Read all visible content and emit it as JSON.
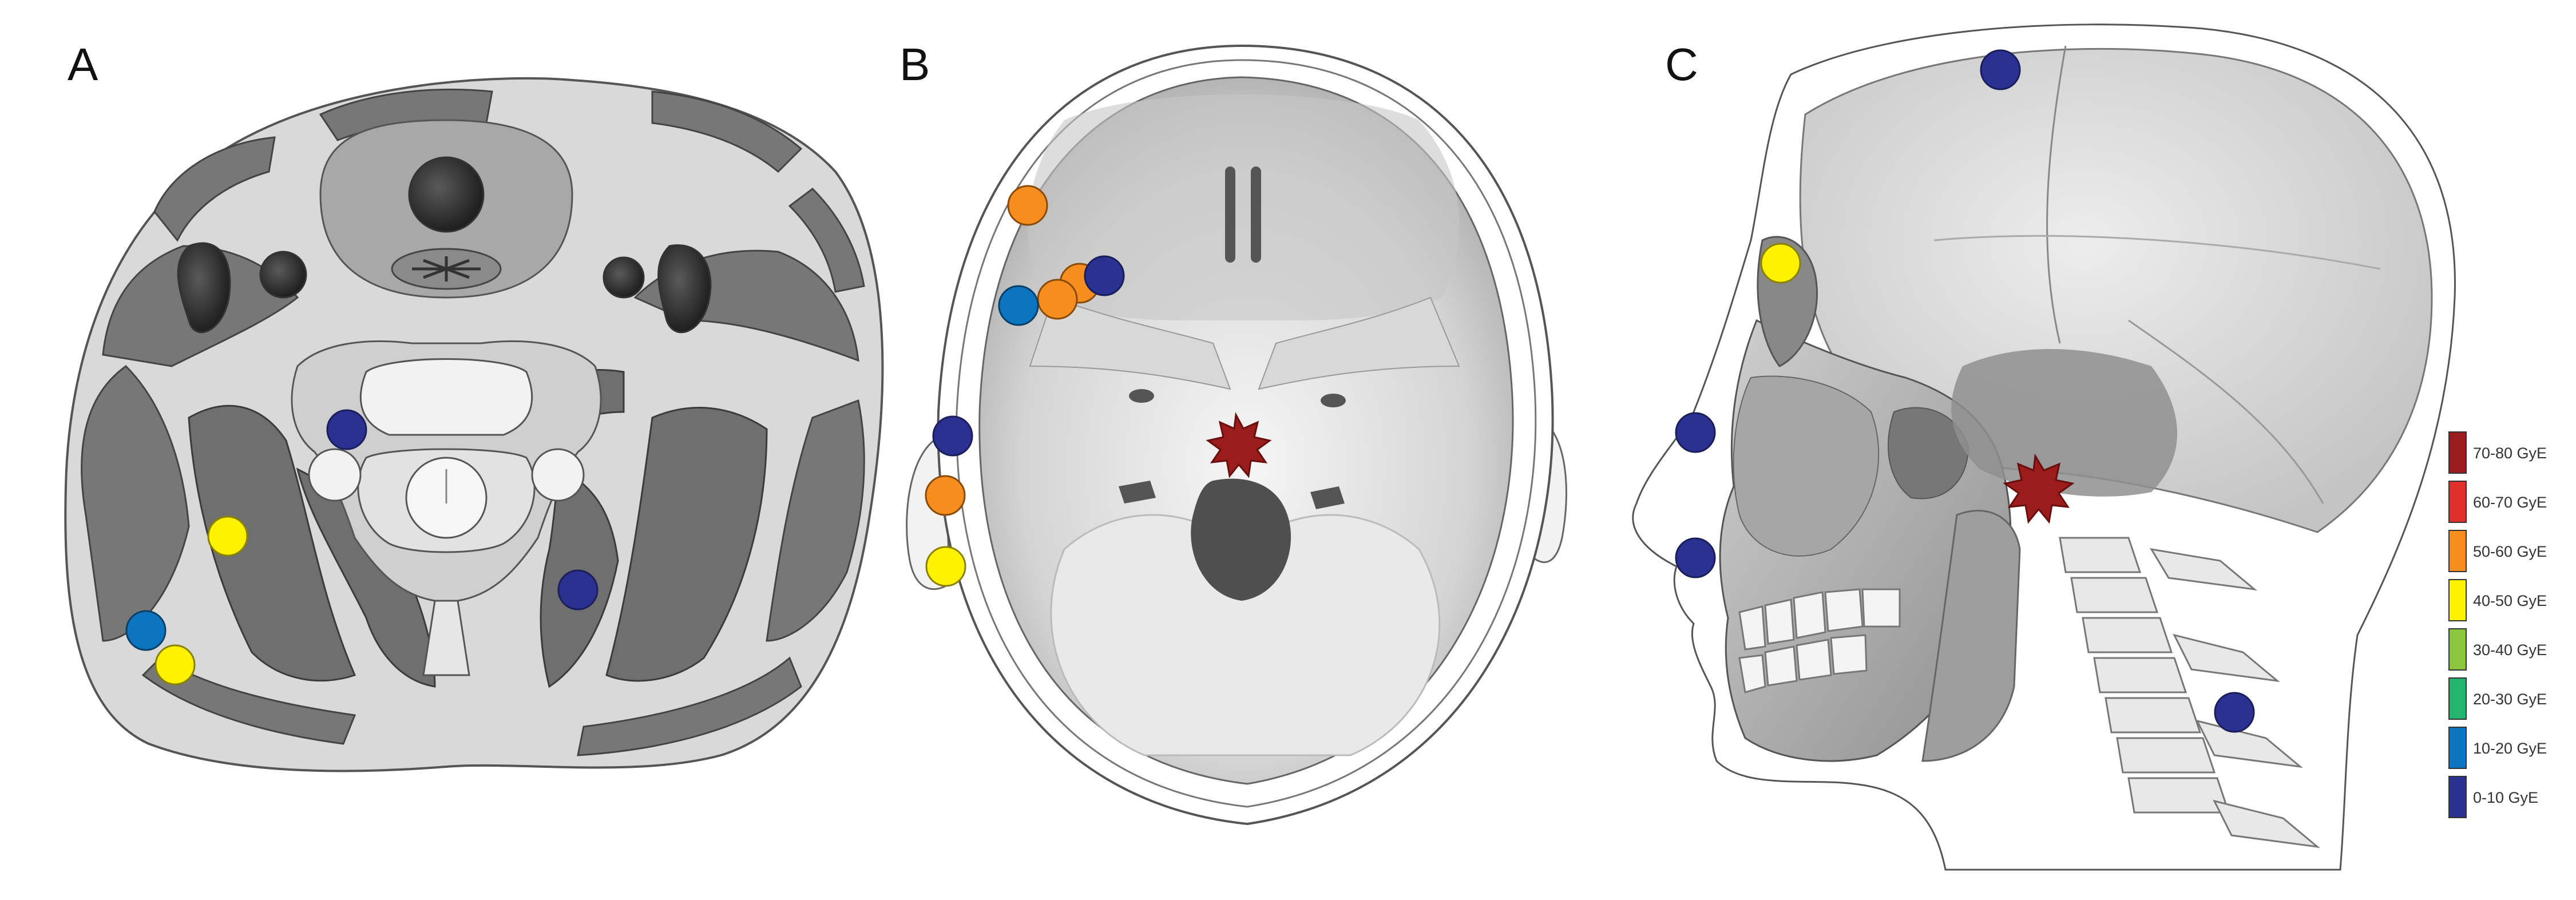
{
  "panels": [
    {
      "id": "A",
      "label": "A"
    },
    {
      "id": "B",
      "label": "B"
    },
    {
      "id": "C",
      "label": "C"
    }
  ],
  "legend": [
    {
      "label": "70-80 GyE",
      "color": "#9b1c1c"
    },
    {
      "label": "60-70 GyE",
      "color": "#e0302a"
    },
    {
      "label": "50-60 GyE",
      "color": "#f58e1e"
    },
    {
      "label": "40-50 GyE",
      "color": "#fff200"
    },
    {
      "label": "30-40 GyE",
      "color": "#8cc540"
    },
    {
      "label": "20-30 GyE",
      "color": "#23b46e"
    },
    {
      "label": "10-20 GyE",
      "color": "#0b75c2"
    },
    {
      "label": "0-10 GyE",
      "color": "#2b3190"
    }
  ],
  "icons": {
    "tumor": "tumor-star-icon",
    "site": "dose-marker-icon"
  }
}
